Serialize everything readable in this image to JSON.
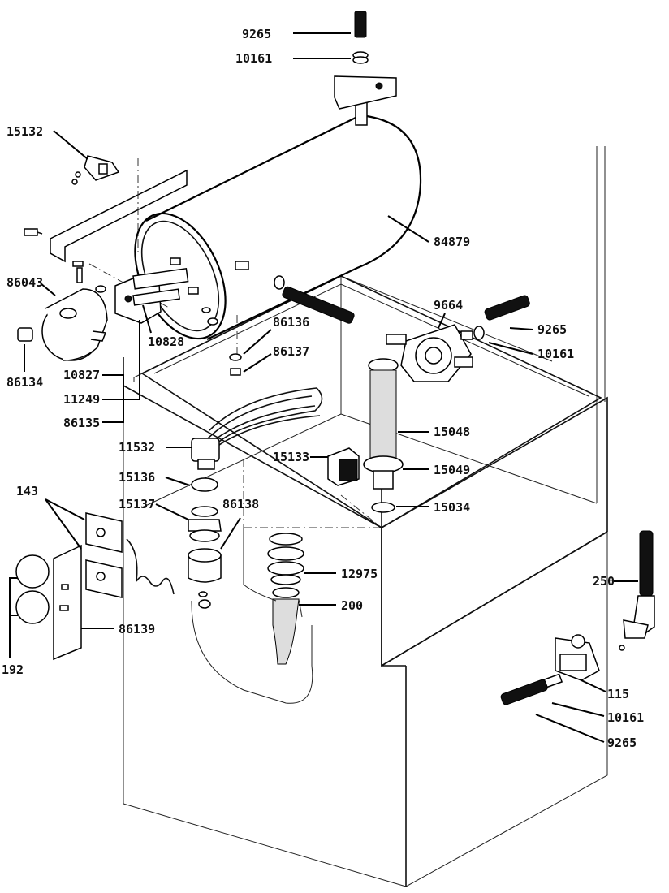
{
  "parts": {
    "p9265_top": "9265",
    "p10161_top": "10161",
    "p15132": "15132",
    "p84879": "84879",
    "p86043": "86043",
    "p10828": "10828",
    "p86134": "86134",
    "p86136": "86136",
    "p86137": "86137",
    "p9664": "9664",
    "p9265_pump": "9265",
    "p10161_pump": "10161",
    "p10827": "10827",
    "p11249": "11249",
    "p86135": "86135",
    "p15048": "15048",
    "p11532": "11532",
    "p15133": "15133",
    "p15049": "15049",
    "p15136": "15136",
    "p15034": "15034",
    "p143": "143",
    "p15137": "15137",
    "p86138": "86138",
    "p12975": "12975",
    "p250": "250",
    "p200": "200",
    "p86139": "86139",
    "p115": "115",
    "p192": "192",
    "p10161_valve": "10161",
    "p9265_valve": "9265"
  }
}
